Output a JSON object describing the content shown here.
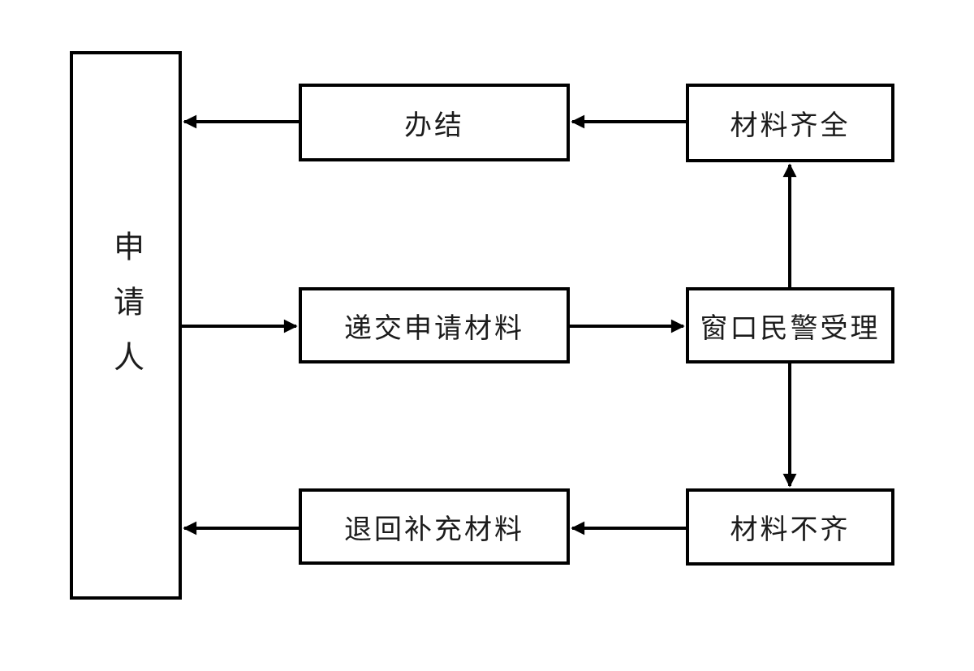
{
  "diagram": {
    "type": "flowchart",
    "background_color": "#ffffff",
    "line_color": "#000000",
    "nodes": [
      {
        "id": "applicant",
        "label": "申请人",
        "orientation": "vertical",
        "role": "start-end"
      },
      {
        "id": "complete",
        "label": "办结",
        "orientation": "horizontal",
        "role": "process"
      },
      {
        "id": "materials-complete",
        "label": "材料齐全",
        "orientation": "horizontal",
        "role": "condition-result"
      },
      {
        "id": "submit-materials",
        "label": "递交申请材料",
        "orientation": "horizontal",
        "role": "process"
      },
      {
        "id": "window-officer",
        "label": "窗口民警受理",
        "orientation": "horizontal",
        "role": "process"
      },
      {
        "id": "return-supplement",
        "label": "退回补充材料",
        "orientation": "horizontal",
        "role": "process"
      },
      {
        "id": "materials-incomplete",
        "label": "材料不齐",
        "orientation": "horizontal",
        "role": "condition-result"
      }
    ],
    "edges": [
      {
        "from": "applicant",
        "to": "submit-materials",
        "direction": "right"
      },
      {
        "from": "submit-materials",
        "to": "window-officer",
        "direction": "right"
      },
      {
        "from": "window-officer",
        "to": "materials-complete",
        "direction": "up"
      },
      {
        "from": "window-officer",
        "to": "materials-incomplete",
        "direction": "down"
      },
      {
        "from": "materials-complete",
        "to": "complete",
        "direction": "left"
      },
      {
        "from": "complete",
        "to": "applicant",
        "direction": "left"
      },
      {
        "from": "materials-incomplete",
        "to": "return-supplement",
        "direction": "left"
      },
      {
        "from": "return-supplement",
        "to": "applicant",
        "direction": "left"
      }
    ]
  }
}
